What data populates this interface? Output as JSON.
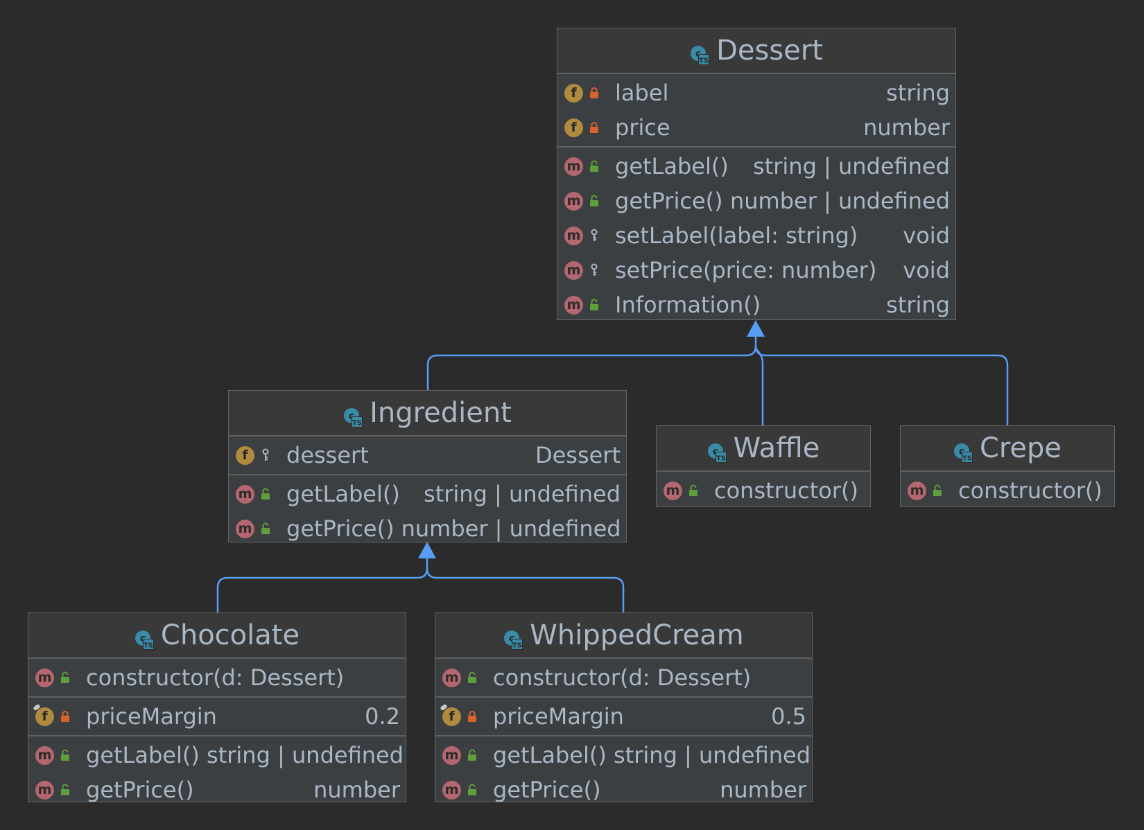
{
  "colors": {
    "background": "#2b2b2b",
    "box": "#3c3f41",
    "edge": "#589df6",
    "field_icon": "#b08a3e",
    "method_icon": "#b4676f",
    "private": "#d8622e",
    "public": "#5f9e3a",
    "class_icon": "#3a8ba8"
  },
  "icons": {
    "class": "typescript-class-icon",
    "field": "field-icon",
    "method": "method-icon",
    "private": "lock-icon",
    "public": "open-lock-icon",
    "protected": "key-icon",
    "static": "pin-icon"
  },
  "classes": {
    "dessert": {
      "name": "Dessert",
      "fields": [
        {
          "kind": "f",
          "name": "label",
          "type": "string",
          "visibility": "private"
        },
        {
          "kind": "f",
          "name": "price",
          "type": "number",
          "visibility": "private"
        }
      ],
      "methods": [
        {
          "kind": "m",
          "name": "getLabel()",
          "type": "string | undefined",
          "visibility": "public"
        },
        {
          "kind": "m",
          "name": "getPrice()",
          "type": "number | undefined",
          "visibility": "public"
        },
        {
          "kind": "m",
          "name": "setLabel(label: string)",
          "type": "void",
          "visibility": "protected"
        },
        {
          "kind": "m",
          "name": "setPrice(price: number)",
          "type": "void",
          "visibility": "protected"
        },
        {
          "kind": "m",
          "name": "Information()",
          "type": "string",
          "visibility": "public"
        }
      ]
    },
    "ingredient": {
      "name": "Ingredient",
      "fields": [
        {
          "kind": "f",
          "name": "dessert",
          "type": "Dessert",
          "visibility": "protected"
        }
      ],
      "methods": [
        {
          "kind": "m",
          "name": "getLabel()",
          "type": "string | undefined",
          "visibility": "public"
        },
        {
          "kind": "m",
          "name": "getPrice()",
          "type": "number | undefined",
          "visibility": "public"
        }
      ]
    },
    "waffle": {
      "name": "Waffle",
      "methods": [
        {
          "kind": "m",
          "name": "constructor()",
          "type": "",
          "visibility": "public"
        }
      ]
    },
    "crepe": {
      "name": "Crepe",
      "methods": [
        {
          "kind": "m",
          "name": "constructor()",
          "type": "",
          "visibility": "public"
        }
      ]
    },
    "chocolate": {
      "name": "Chocolate",
      "constructors": [
        {
          "kind": "m",
          "name": "constructor(d: Dessert)",
          "type": "",
          "visibility": "public"
        }
      ],
      "fields": [
        {
          "kind": "f",
          "name": "priceMargin",
          "type": "0.2",
          "visibility": "private",
          "static": true
        }
      ],
      "methods": [
        {
          "kind": "m",
          "name": "getLabel() string | undefined",
          "type": "",
          "visibility": "public"
        },
        {
          "kind": "m",
          "name": "getPrice()",
          "type": "number",
          "visibility": "public"
        }
      ]
    },
    "whippedcream": {
      "name": "WhippedCream",
      "constructors": [
        {
          "kind": "m",
          "name": "constructor(d: Dessert)",
          "type": "",
          "visibility": "public"
        }
      ],
      "fields": [
        {
          "kind": "f",
          "name": "priceMargin",
          "type": "0.5",
          "visibility": "private",
          "static": true
        }
      ],
      "methods": [
        {
          "kind": "m",
          "name": "getLabel() string | undefined",
          "type": "",
          "visibility": "public"
        },
        {
          "kind": "m",
          "name": "getPrice()",
          "type": "number",
          "visibility": "public"
        }
      ]
    }
  },
  "relations": [
    {
      "from": "Ingredient",
      "to": "Dessert",
      "type": "extends"
    },
    {
      "from": "Waffle",
      "to": "Dessert",
      "type": "extends"
    },
    {
      "from": "Crepe",
      "to": "Dessert",
      "type": "extends"
    },
    {
      "from": "Chocolate",
      "to": "Ingredient",
      "type": "extends"
    },
    {
      "from": "WhippedCream",
      "to": "Ingredient",
      "type": "extends"
    }
  ]
}
